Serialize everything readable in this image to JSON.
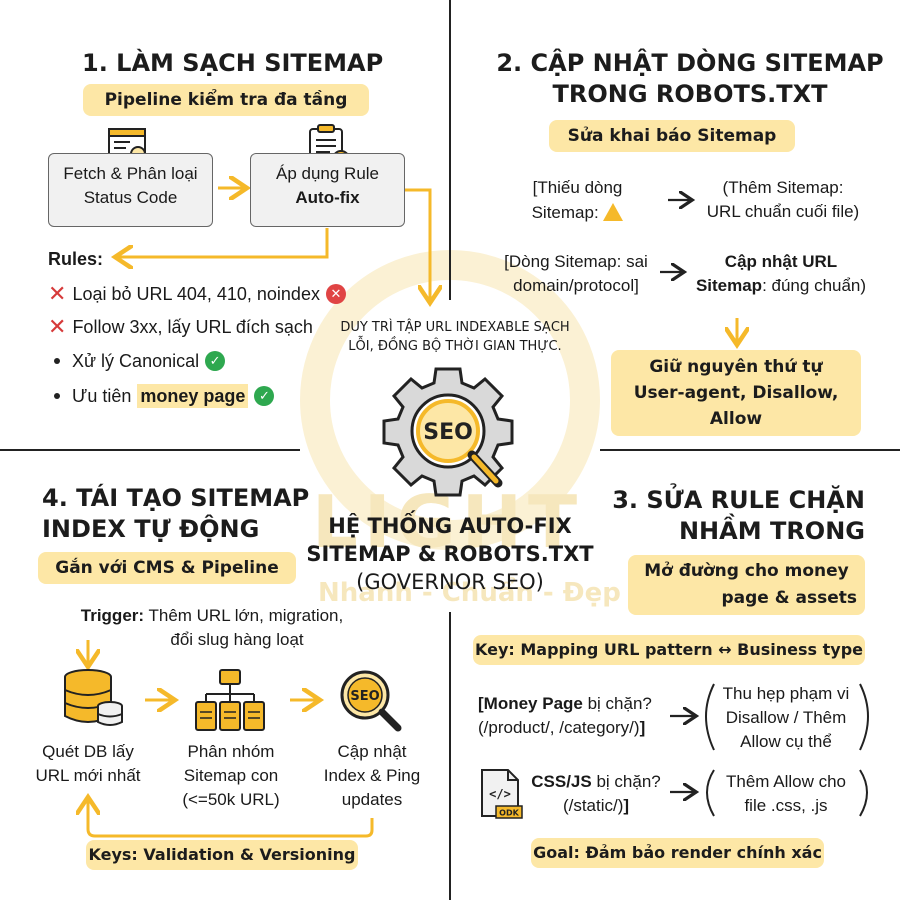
{
  "colors": {
    "accent": "#f5b92a",
    "highlight": "#fde7a6",
    "divider": "#222222",
    "error": "#e04444",
    "success": "#2ea84f"
  },
  "watermark": {
    "brand": "LIGHT",
    "slogan": "Nhanh - Chuẩn - Đẹp"
  },
  "center": {
    "tagline_line1": "DUY TRÌ TẬP URL INDEXABLE SẠCH",
    "tagline_line2": "LỖI, ĐỒNG BỘ THỜI GIAN THỰC.",
    "icon_label": "SEO",
    "title_line1": "HỆ THỐNG AUTO-FIX",
    "title_line2": "SITEMAP & ROBOTS.TXT",
    "title_line3": "(GOVERNOR SEO)"
  },
  "q1": {
    "title": "1. LÀM SẠCH SITEMAP",
    "tag": "Pipeline kiểm tra đa tầng",
    "box1_line1": "Fetch & Phân loại",
    "box1_line2": "Status Code",
    "box2_line1": "Áp dụng Rule",
    "box2_line2": "Auto-fix",
    "rules_label": "Rules:",
    "rules": [
      "Loại bỏ URL 404, 410, noindex",
      "Follow 3xx, lấy URL đích sạch",
      "Xử lý Canonical",
      "Ưu tiên"
    ],
    "rule4_highlight": "money page"
  },
  "q2": {
    "title_line1": "2. CẬP NHẬT DÒNG SITEMAP",
    "title_line2": "TRONG ROBOTS.TXT",
    "tag": "Sửa khai báo Sitemap",
    "row1_left_line1": "[Thiếu dòng",
    "row1_left_line2": "Sitemap:",
    "row1_right_line1": "(Thêm Sitemap:",
    "row1_right_line2": "URL chuẩn cuối file)",
    "row2_left_line1": "[Dòng Sitemap: sai",
    "row2_left_line2": "domain/protocol]",
    "row2_right_line1": "Cập nhật URL",
    "row2_right_line2_bold": "Sitemap",
    "row2_right_line2_rest": ": đúng chuẩn)",
    "bottom_tag_line1": "Giữ nguyên thứ tự",
    "bottom_tag_line2": "User-agent, Disallow, Allow"
  },
  "q3": {
    "title_line1": "3. SỬA RULE CHẶN",
    "title_line2": "NHẦM TRONG",
    "tag_line1": "Mở đường cho money",
    "tag_line2": "page & assets",
    "key": "Key: Mapping URL pattern ↔ Business type",
    "row1_left_bold": "Money Page",
    "row1_left_line1_rest": " bị chặn?",
    "row1_left_line2": "(/product/, /category/)",
    "row1_right_line1": "Thu hẹp phạm vi",
    "row1_right_line2": "Disallow / Thêm",
    "row1_right_line3": "Allow cụ thể",
    "row2_left_bold": "CSS/JS",
    "row2_left_line1_rest": " bị chặn?",
    "row2_left_line2": "(/static/)",
    "row2_right_line1": "Thêm Allow cho",
    "row2_right_line2": "file .css, .js",
    "file_badge": "ODK",
    "goal": "Goal: Đảm bảo render chính xác"
  },
  "q4": {
    "title_line1": "4. TÁI TẠO SITEMAP",
    "title_line2": "INDEX TỰ ĐỘNG",
    "tag": "Gắn với CMS & Pipeline",
    "trigger_bold": "Trigger:",
    "trigger_line1": " Thêm URL lớn, migration,",
    "trigger_line2": "đổi slug hàng loạt",
    "step1_line1": "Quét DB lấy",
    "step1_line2": "URL mới nhất",
    "step2_line1": "Phân nhóm",
    "step2_line2": "Sitemap con",
    "step2_line3": "(<=50k URL)",
    "step3_line1": "Cập nhật",
    "step3_line2": "Index & Ping",
    "step3_line3": "updates",
    "seo_badge": "SEO",
    "keys": "Keys: Validation & Versioning"
  }
}
